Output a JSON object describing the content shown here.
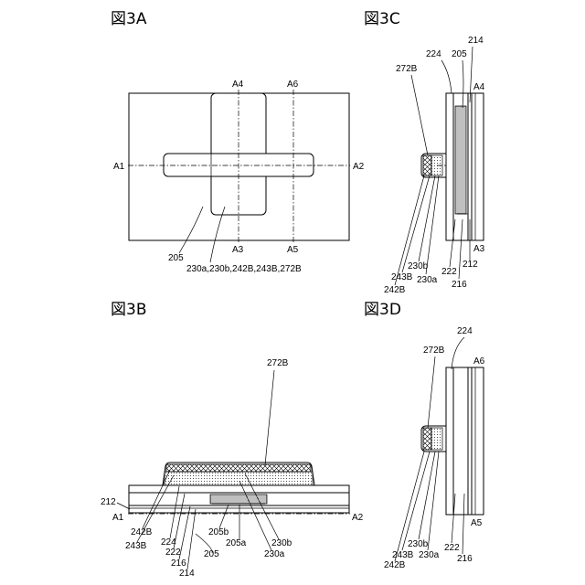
{
  "figures": {
    "fig3a": {
      "title": "図3A",
      "labels": {
        "a1": "A1",
        "a2": "A2",
        "a3": "A3",
        "a4": "A4",
        "a5": "A5",
        "a6": "A6",
        "ref205": "205",
        "ref_stack": "230a,230b,242B,243B,272B"
      }
    },
    "fig3b": {
      "title": "図3B",
      "labels": {
        "ref272b": "272B",
        "ref212": "212",
        "a1": "A1",
        "a2": "A2",
        "ref242b": "242B",
        "ref243b": "243B",
        "ref224": "224",
        "ref222": "222",
        "ref216": "216",
        "ref214": "214",
        "ref205": "205",
        "ref205b": "205b",
        "ref205a": "205a",
        "ref230b": "230b",
        "ref230a": "230a"
      }
    },
    "fig3c": {
      "title": "図3C",
      "labels": {
        "ref214": "214",
        "ref224": "224",
        "ref205": "205",
        "a4": "A4",
        "ref272b": "272B",
        "a3": "A3",
        "ref212": "212",
        "ref230b": "230b",
        "ref222": "222",
        "ref243b": "243B",
        "ref230a": "230a",
        "ref242b": "242B",
        "ref216": "216"
      }
    },
    "fig3d": {
      "title": "図3D",
      "labels": {
        "ref224": "224",
        "ref272b": "272B",
        "a6": "A6",
        "a5": "A5",
        "ref230b": "230b",
        "ref222": "222",
        "ref243b": "243B",
        "ref230a": "230a",
        "ref216": "216",
        "ref242b": "242B"
      }
    }
  }
}
